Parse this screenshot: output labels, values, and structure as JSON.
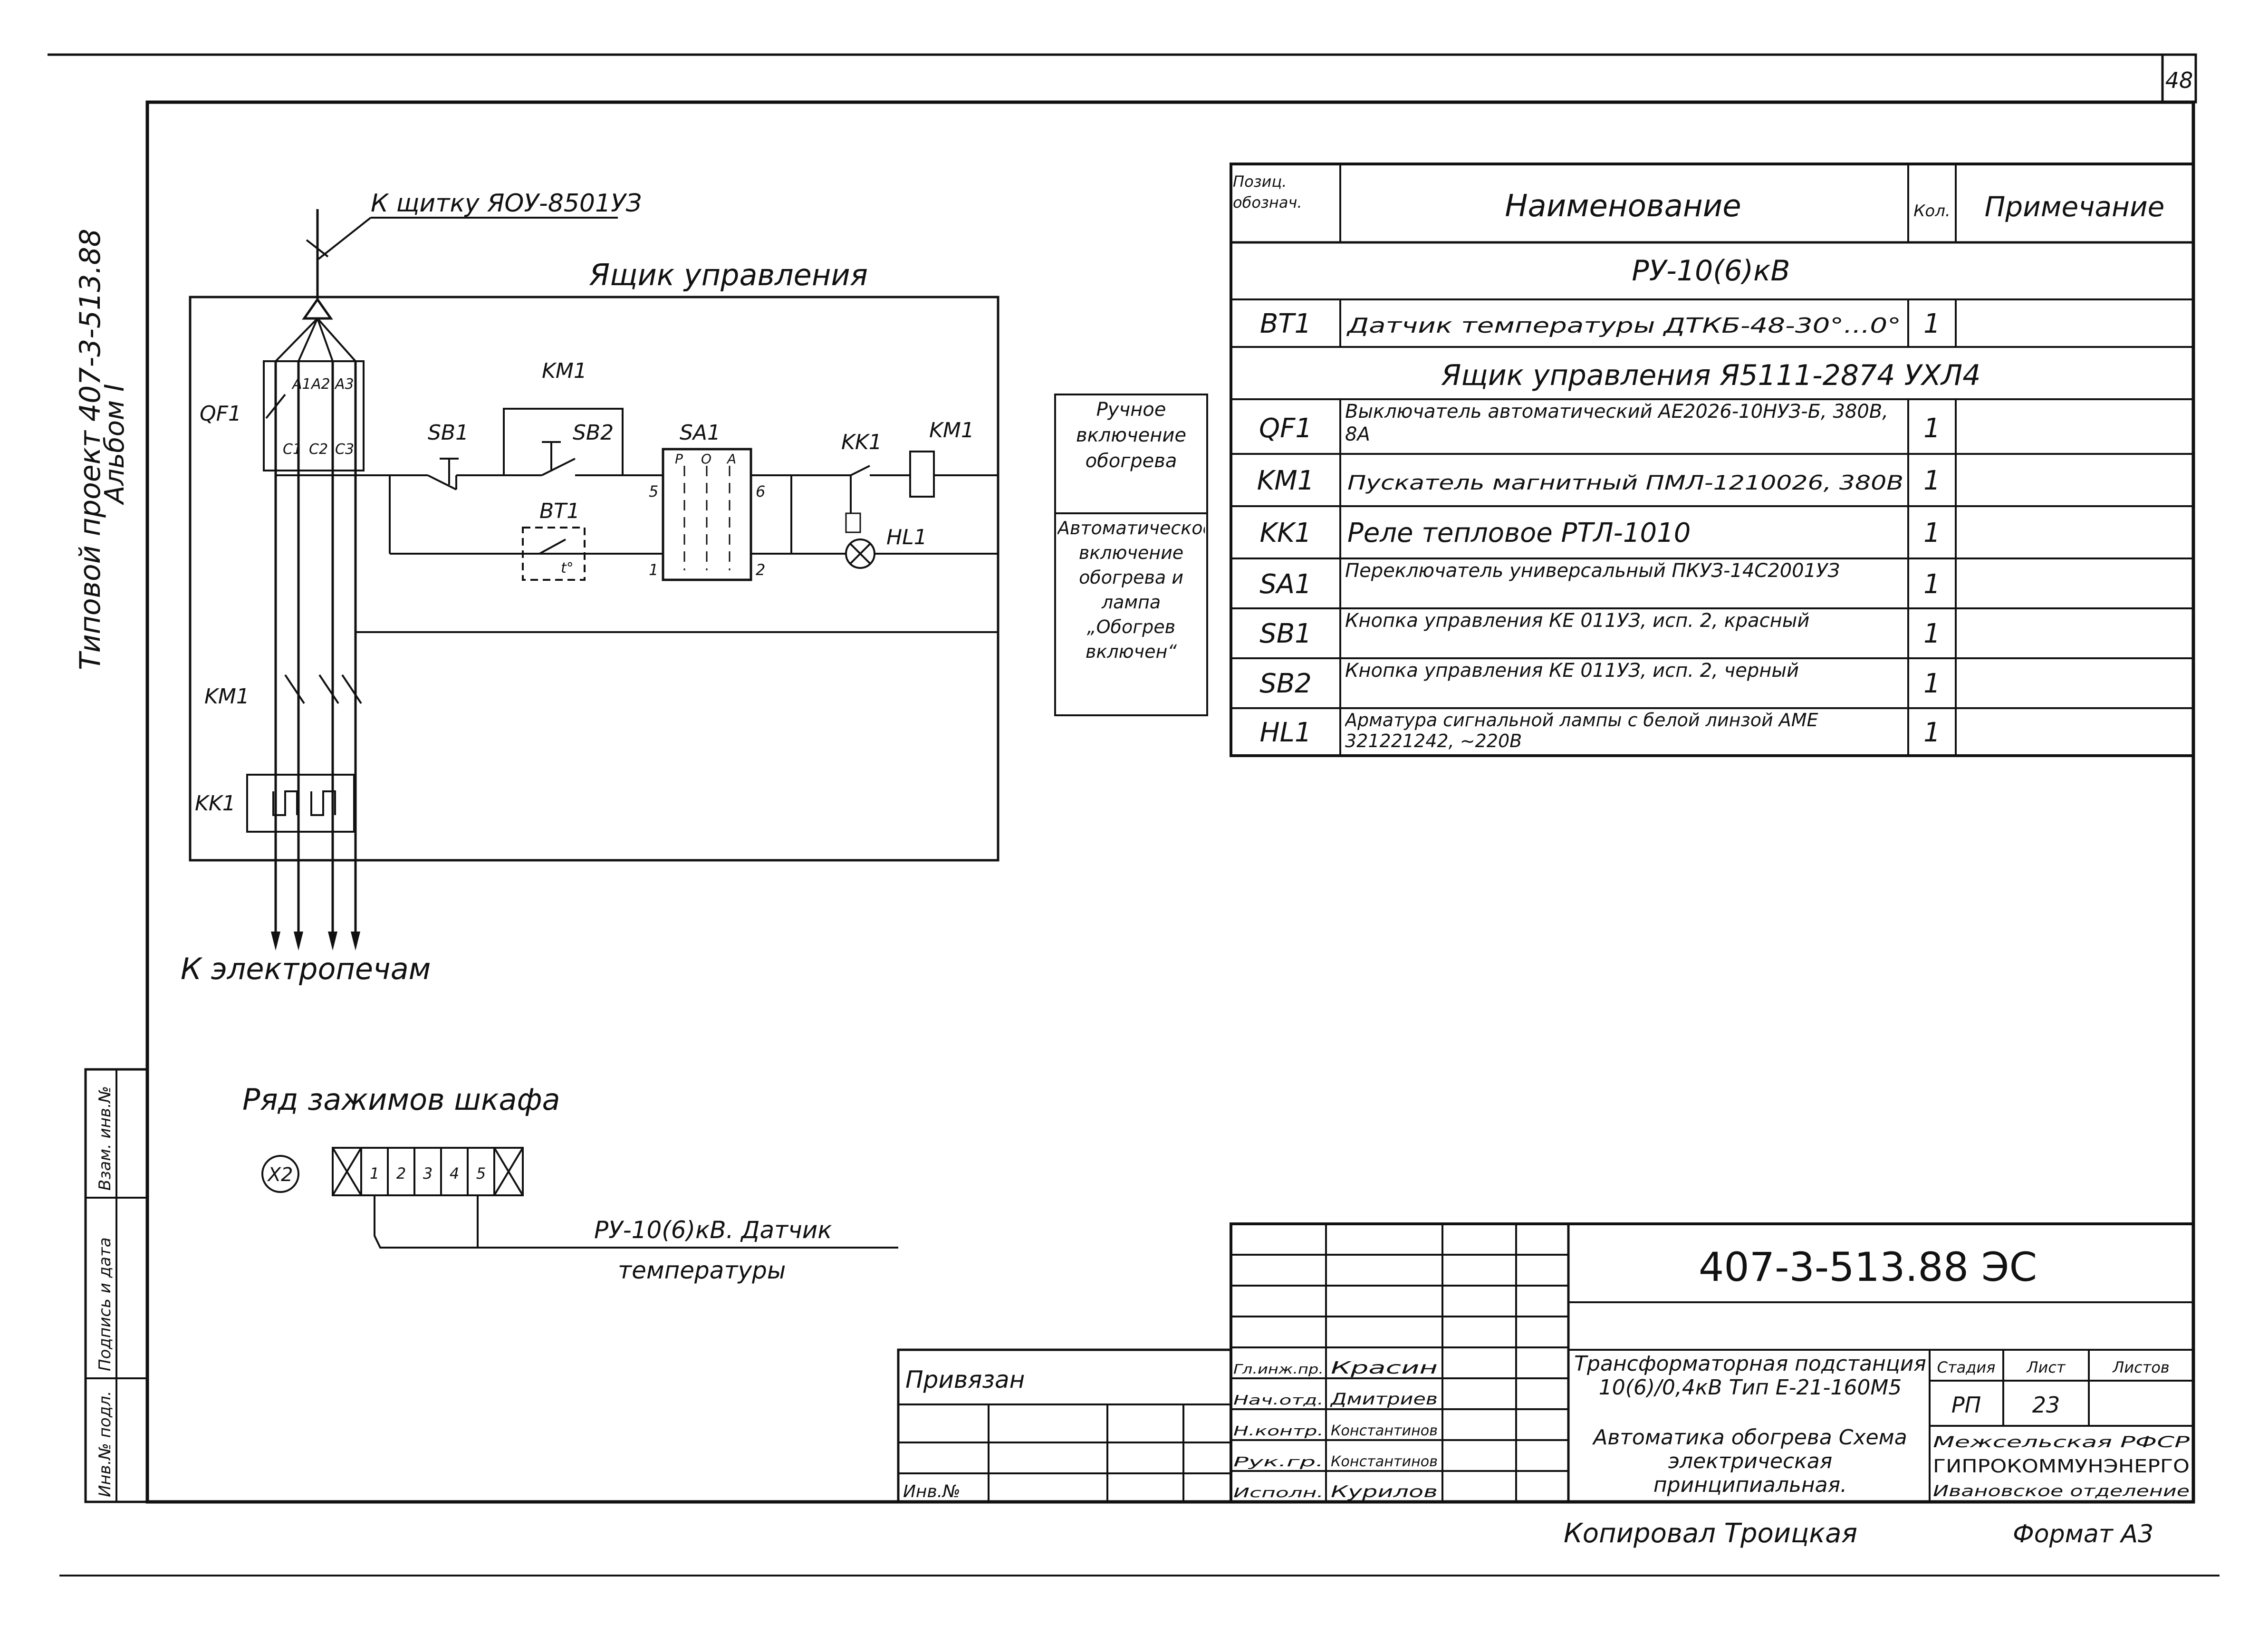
{
  "sheet": {
    "number": "48",
    "side_label_1": "Типовой проект 407-3-513.88",
    "side_label_2": "Альбом I",
    "format": "Формат А3",
    "copied_by": "Копировал Троицкая"
  },
  "schematic": {
    "top_label": "К щитку ЯОУ-8501УЗ",
    "box_title": "Ящик управления",
    "bottom_label": "К электропечам",
    "designators": {
      "qf1": "QF1",
      "km1_main": "KM1",
      "kk1_main": "KK1",
      "sb1": "SB1",
      "sb2": "SB2",
      "km1_contact": "KM1",
      "bt1": "BT1",
      "sa1": "SA1",
      "kk1_contact": "KK1",
      "km1_coil": "KM1",
      "hl1": "HL1",
      "a1": "A1",
      "a2": "A2",
      "a3": "A3",
      "c1": "C1",
      "c2": "C2",
      "c3": "C3",
      "t_sym": "t°",
      "n5": "5",
      "n6": "6",
      "n1": "1",
      "n2": "2",
      "sa_p": "Р",
      "sa_o": "О",
      "sa_a": "А"
    }
  },
  "modes": {
    "manual": "Ручное включение обогрева",
    "auto": "Автоматическое включение обогрева и лампа „Обогрев включен“"
  },
  "terminal_row": {
    "title": "Ряд зажимов шкафа",
    "id": "X2",
    "terminals": [
      "1",
      "2",
      "3",
      "4",
      "5"
    ],
    "lead_line1": "РУ-10(6)кВ. Датчик",
    "lead_line2": "температуры"
  },
  "spec_table": {
    "headers": {
      "pos": "Позиц. обознач.",
      "name": "Наименование",
      "qty": "Кол.",
      "note": "Примечание"
    },
    "rows": [
      {
        "type": "section",
        "name": "РУ-10(6)кВ"
      },
      {
        "type": "item",
        "pos": "BT1",
        "name": "Датчик температуры ДТКБ-48-30°...0°",
        "qty": "1",
        "note": ""
      },
      {
        "type": "section",
        "name": "Ящик управления Я5111-2874 УХЛ4"
      },
      {
        "type": "item",
        "pos": "QF1",
        "name": "Выключатель автоматический АЕ2026-10НУЗ-Б, 380В, 8А",
        "qty": "1",
        "note": ""
      },
      {
        "type": "item",
        "pos": "KM1",
        "name": "Пускатель магнитный ПМЛ-1210026, 380В",
        "qty": "1",
        "note": ""
      },
      {
        "type": "item",
        "pos": "KK1",
        "name": "Реле тепловое РТЛ-1010",
        "qty": "1",
        "note": ""
      },
      {
        "type": "item",
        "pos": "SA1",
        "name": "Переключатель универсальный ПКУЗ-14С2001УЗ",
        "qty": "1",
        "note": ""
      },
      {
        "type": "item",
        "pos": "SB1",
        "name": "Кнопка управления КЕ 011УЗ, исп. 2, красный",
        "qty": "1",
        "note": ""
      },
      {
        "type": "item",
        "pos": "SB2",
        "name": "Кнопка управления КЕ 011УЗ, исп. 2, черный",
        "qty": "1",
        "note": ""
      },
      {
        "type": "item",
        "pos": "HL1",
        "name": "Арматура сигнальной лампы с белой линзой АМЕ 321221242, ~220В",
        "qty": "1",
        "note": ""
      }
    ]
  },
  "title_block": {
    "doc_code": "407-3-513.88 ЭС",
    "object_title": "Трансформаторная подстанция 10(6)/0,4кВ Тип Е-21-160М5",
    "drawing_title": "Автоматика обогрева Схема электрическая принципиальная.",
    "stage_label": "Стадия",
    "sheet_label": "Лист",
    "sheets_label": "Листов",
    "stage": "РП",
    "sheet": "23",
    "sheets": "",
    "org_line1": "Межсельская РФСР",
    "org_line2": "ГИПРОКОММУНЭНЕРГО",
    "org_line3": "Ивановское отделение",
    "privyazan": "Привязан",
    "inv_no": "Инв.№",
    "roles": [
      "Гл.инж.пр.",
      "Нач.отд.",
      "Н.контр.",
      "Рук.гр.",
      "Исполн."
    ],
    "names": [
      "Красин",
      "Дмитриев",
      "Константинов",
      "Константинов",
      "Курилов"
    ]
  },
  "left_strip": [
    "Взам. инв.№",
    "Подпись и дата",
    "Инв.№ подл."
  ]
}
